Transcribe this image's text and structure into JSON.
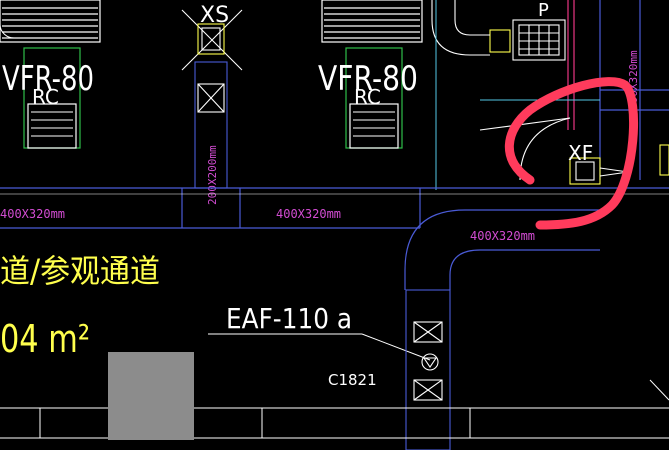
{
  "colors": {
    "background": "#000000",
    "duct": "#4a5bd6",
    "equipment": "#ffffff",
    "annotation": "#d24cd2",
    "room_text": "#ffff4d",
    "green_outline": "#2fbf4a",
    "highlight": "#ff3b5c",
    "grey_block": "#8c8c8c",
    "cyan_line": "#55c8e6"
  },
  "labels": {
    "vrf_left": "VFR-80",
    "rc_left": "RC",
    "vrf_right": "VFR-80",
    "rc_right": "RC",
    "xs": "XS",
    "p": "P",
    "xf": "XF",
    "duct_vertical_left": "200X200mm",
    "duct_1": "400X320mm",
    "duct_2": "400X320mm",
    "duct_3": "400X320mm",
    "duct_vertical_right": "400X320mm",
    "room_name": "道/参观通道",
    "room_area": "04 m²",
    "eaf": "EAF-110 a",
    "door": "C1821"
  }
}
